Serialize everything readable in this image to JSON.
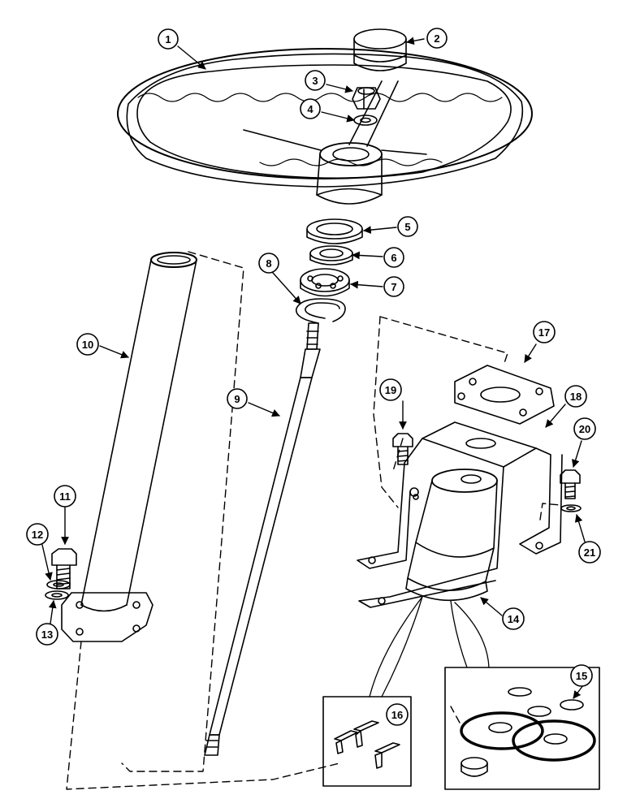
{
  "diagram": {
    "type": "exploded-parts-view",
    "line_color": "#000000",
    "background": "#ffffff",
    "callouts": [
      {
        "id": "1",
        "part": "steering-wheel"
      },
      {
        "id": "2",
        "part": "horn-cap"
      },
      {
        "id": "3",
        "part": "wheel-nut"
      },
      {
        "id": "4",
        "part": "washer"
      },
      {
        "id": "5",
        "part": "seal"
      },
      {
        "id": "6",
        "part": "spacer-ring"
      },
      {
        "id": "7",
        "part": "bearing"
      },
      {
        "id": "8",
        "part": "snap-ring"
      },
      {
        "id": "9",
        "part": "steering-shaft"
      },
      {
        "id": "10",
        "part": "steering-column-tube"
      },
      {
        "id": "11",
        "part": "bolt"
      },
      {
        "id": "12",
        "part": "washer"
      },
      {
        "id": "13",
        "part": "lock-washer"
      },
      {
        "id": "14",
        "part": "steering-motor"
      },
      {
        "id": "15",
        "part": "seal-kit"
      },
      {
        "id": "16",
        "part": "spring-kit"
      },
      {
        "id": "17",
        "part": "gasket-plate"
      },
      {
        "id": "18",
        "part": "mounting-bracket"
      },
      {
        "id": "19",
        "part": "bolt"
      },
      {
        "id": "20",
        "part": "bolt"
      },
      {
        "id": "21",
        "part": "lock-washer"
      }
    ]
  }
}
